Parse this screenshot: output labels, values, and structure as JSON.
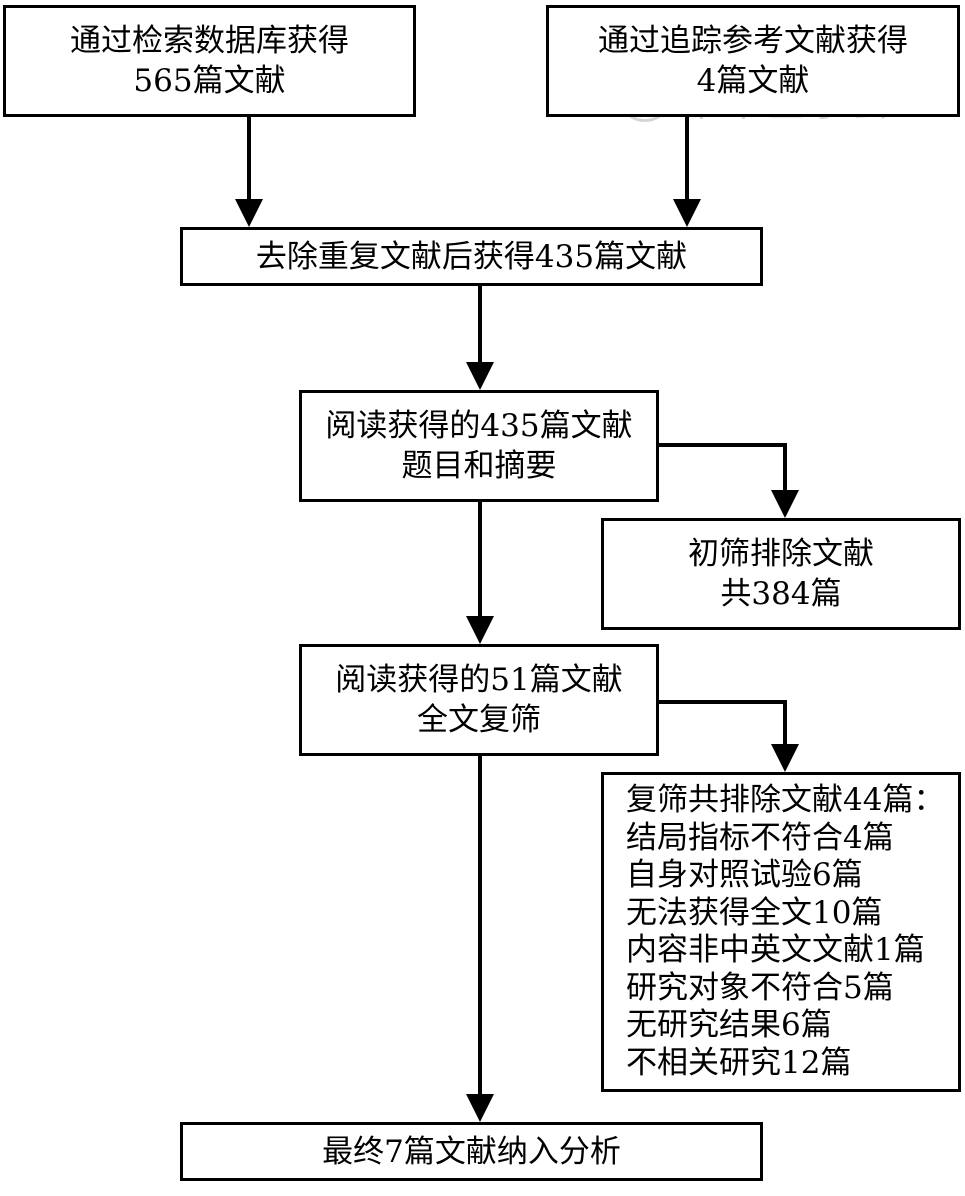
{
  "boxes": {
    "database": {
      "line1": "通过检索数据库获得",
      "line2": "565篇文献"
    },
    "references": {
      "line1": "通过追踪参考文献获得",
      "line2": "4篇文献"
    },
    "dedup": {
      "line1": "去除重复文献后获得435篇文献"
    },
    "title_screen": {
      "line1": "阅读获得的435篇文献",
      "line2": "题目和摘要"
    },
    "initial_exclude": {
      "line1": "初筛排除文献",
      "line2": "共384篇"
    },
    "fulltext_screen": {
      "line1": "阅读获得的51篇文献",
      "line2": "全文复筛"
    },
    "second_exclude": {
      "lines": [
        "复筛共排除文献44篇：",
        "结局指标不符合4篇",
        "自身对照试验6篇",
        "无法获得全文10篇",
        "内容非中英文文献1篇",
        "研究对象不符合5篇",
        "无研究结果6篇",
        "不相关研究12篇"
      ]
    },
    "final": {
      "line1": "最终7篇文献纳入分析"
    }
  },
  "watermark": {
    "text": "中华医学会"
  }
}
